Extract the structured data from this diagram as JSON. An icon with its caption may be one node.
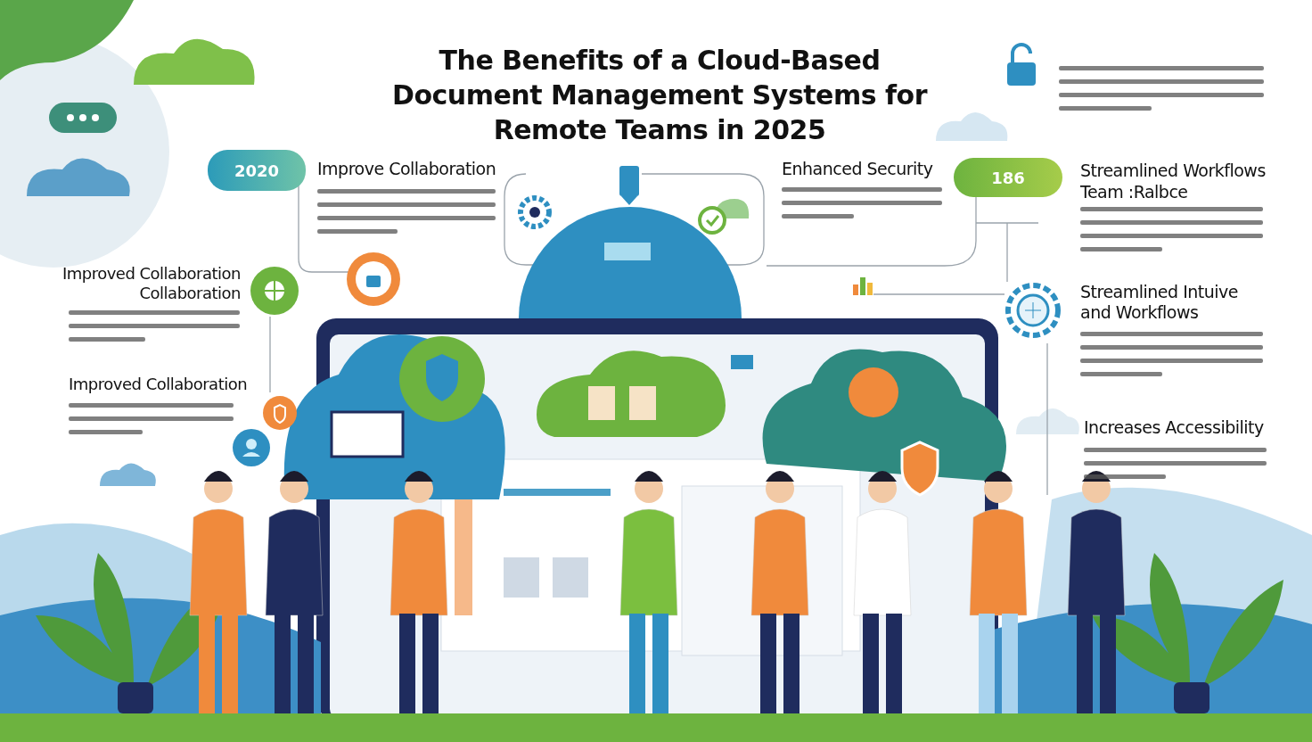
{
  "diagram": {
    "title": "The Benefits of a Cloud-Based Document Management Systems for Remote Teams in 2025",
    "nodes": [
      {
        "text": [
          "2020"
        ]
      },
      {
        "text": [
          "186"
        ]
      }
    ],
    "edges": [],
    "labels": [
      "Improve Collaboration",
      "Enhanced Security",
      "Streamlined Workflows",
      "Team :Ralbce",
      "Streamlined Intuive and Workflows",
      "Improved Collaboration Collaboration",
      "Improved Collaboration",
      "Increases Accessibility"
    ]
  }
}
